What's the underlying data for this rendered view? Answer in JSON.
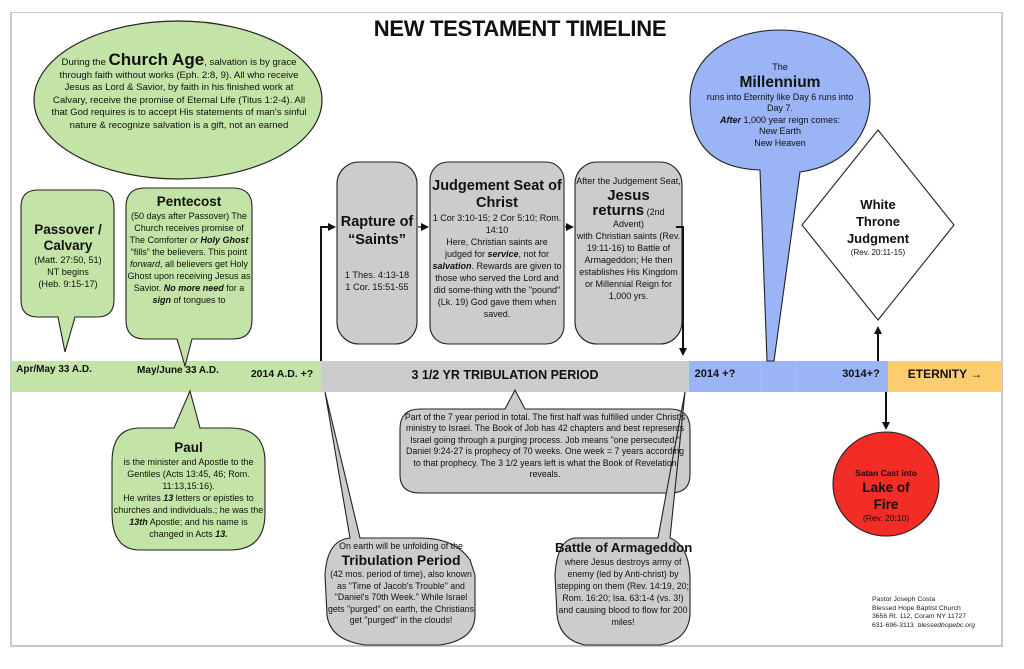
{
  "title": "NEW TESTAMENT TIMELINE",
  "colors": {
    "church_green": "#c4e3a6",
    "tribulation_gray": "#cccccc",
    "millennium_blue": "#9ab4f5",
    "eternity_orange": "#fdcc6e",
    "lake_red": "#f32c26",
    "frame_gray": "#c8c8c8"
  },
  "church_age": {
    "intro": "During the",
    "heading": "Church Age",
    "after_heading": ", salvation",
    "body": "is by grace through faith without works (Eph. 2:8, 9).  All who receive Jesus as Lord & Savior, by faith in his finished work at Calvary, receive the promise of Eternal Life (Titus 1:2-4).  All that God requires is to accept His statements of man's sinful nature & recognize salvation is a gift, not an earned"
  },
  "passover": {
    "heading": "Passover / Calvary",
    "line1": "(Matt. 27:50, 51)",
    "line2": "NT begins",
    "line3": "(Heb. 9:15-17)"
  },
  "pentecost": {
    "heading": "Pentecost",
    "p1": "(50 days after Passover) The Church receives promise of The Comforter",
    "or": "or",
    "holy_ghost": "Holy Ghost",
    "p2": "“fills” the believers.  This point",
    "forward": "forward",
    "p3": ", all believers get Holy Ghost upon receiving Jesus as Savior.",
    "no_more_need": "No more need",
    "p4": "for a",
    "sign": "sign",
    "p5": "of tongues to"
  },
  "paul": {
    "heading": "Paul",
    "p1": "is the minister and Apostle to the Gentiles (Acts 13:45, 46; Rom. 11:13,15:16).",
    "p2a": "He writes",
    "num13": "13",
    "p2b": "letters or epistles to churches and individuals.; he was the",
    "thirteenth": "13th",
    "p3": "Apostle; and  his name is changed in Acts",
    "acts13": "13."
  },
  "rapture": {
    "heading": "Rapture of “Saints”",
    "ref1": "1 Thes. 4:13-18",
    "ref2": "1 Cor. 15:51-55"
  },
  "judgement_seat": {
    "heading": "Judgement Seat of Christ",
    "refs": "1 Cor 3:10-15; 2 Cor 5:10; Rom. 14:10",
    "p1": "Here, Christian saints are judged for",
    "service": "service",
    "p2": ", not for",
    "salvation": "salvation",
    "p3": ". Rewards are given to those who served the Lord and did some-thing with the \"pound\" (Lk. 19) God gave them when saved."
  },
  "jesus_returns": {
    "intro": "After the Judgement Seat,",
    "heading1": "Jesus",
    "heading2": "returns",
    "advent": "(2nd Advent)",
    "body": "with Christian saints (Rev. 19:11-16) to Battle of Armageddon; He then establishes His Kingdom or Millennial Reign for 1,000 yrs."
  },
  "millennium": {
    "intro": "The",
    "heading": "Millennium",
    "p1": "runs into Eternity like Day 6 runs into Day 7.",
    "after": "After",
    "p2": "1,000 year reign comes:",
    "p3": "New Earth",
    "p4": "New Heaven"
  },
  "white_throne": {
    "heading": "White Throne Judgment",
    "ref": "(Rev. 20:11-15)"
  },
  "timeline": {
    "labels": {
      "apr_may": "Apr/May 33 A.D.",
      "may_june": "May/June 33 A.D.",
      "ad2014": "2014  A.D. +?",
      "tribulation": "3 1/2 YR TRIBULATION PERIOD",
      "millennium_start": "2014 +?",
      "millennium_end": "3014+?",
      "eternity": "ETERNITY",
      "eternity_arrow": "→"
    }
  },
  "seven_year": {
    "body": "Part of the 7 year period in total.  The first half was fulfilled under Christ's ministry to Israel.  The Book of Job has 42 chapters and best represents Israel going through a purging process.  Job means \"one persecuted.\"  Daniel 9:24-27 is prophecy of 70 weeks.  One week = 7 years according to that prophecy.  The 3 1/2 years left is what the Book of Revelation reveals."
  },
  "tribulation_period": {
    "intro": "On earth will be unfolding of the",
    "heading": "Tribulation Period",
    "body": "(42 mos. period of time), also known as \"Time of Jacob's Trouble\" and \"Daniel's 70th Week.\"  While Israel gets \"purged\" on earth, the Christians get \"purged\" in the clouds!"
  },
  "armageddon": {
    "heading": "Battle of Armageddon",
    "body": "where Jesus destroys army of enemy (led by Anti-christ) by stepping on them (Rev. 14:19, 20; Rom. 16:20; Isa. 63:1-4 (vs. 3!) and causing blood to flow for 200 miles!"
  },
  "lake_of_fire": {
    "intro": "Satan Cast into",
    "heading": "Lake of Fire",
    "ref": "(Rev. 20:10)"
  },
  "credits": {
    "pastor": "Pastor Joseph Costa",
    "church": "Blessed Hope Baptist Church",
    "address": "3656 Rt. 112, Coram NY  11727",
    "phone": "631-696-3113",
    "website": "blessedhopebc.org"
  }
}
